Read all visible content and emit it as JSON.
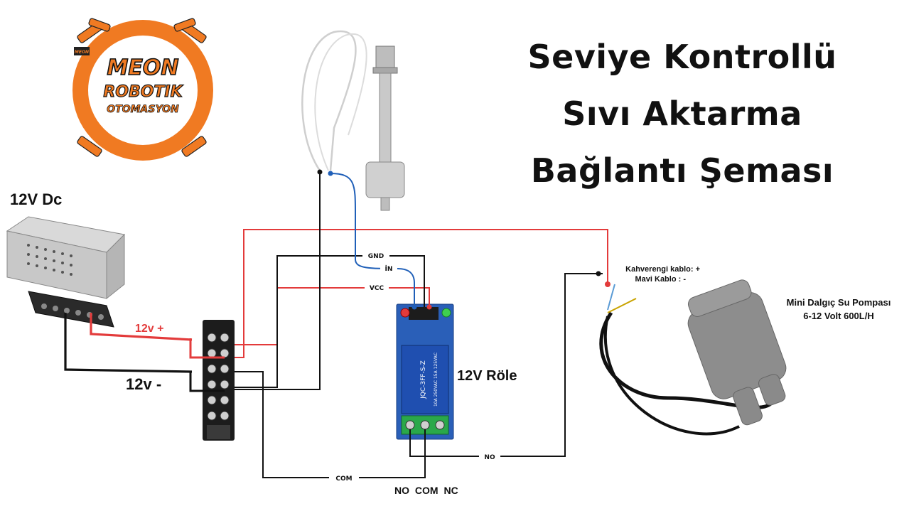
{
  "title": {
    "line1": "Seviye Kontrollü",
    "line2": "Sıvı Aktarma",
    "line3": "Bağlantı Şeması"
  },
  "logo": {
    "line1": "MEON",
    "line2": "ROBOTIK",
    "line3": "OTOMASYON",
    "badge": "MEON"
  },
  "psu": {
    "label": "12V Dc"
  },
  "terminal": {
    "plus_label": "12v +",
    "minus_label": "12v -"
  },
  "relay": {
    "label": "12V Röle",
    "pins": {
      "gnd": "GND",
      "in": "İN",
      "vcc": "VCC"
    },
    "outputs": {
      "no": "NO",
      "com": "COM",
      "nc": "NC"
    },
    "wire_no": "NO",
    "wire_com": "COM",
    "relay_body_text": "JQC-3FF-S-Z",
    "relay_spec": "10A 250VAC 15A 125VAC"
  },
  "pump": {
    "wire_note_1": "Kahverengi kablo: +",
    "wire_note_2": "Mavi Kablo :  -",
    "title_1": "Mini Dalgıç Su Pompası",
    "title_2": "6-12 Volt 600L/H"
  },
  "colors": {
    "red_wire": "#e33b3b",
    "black_wire": "#111111",
    "blue_wire": "#1f5fb8",
    "logo_orange": "#f07a22",
    "relay_blue": "#1f4fb0",
    "pcb_blue": "#2a5fb8"
  }
}
